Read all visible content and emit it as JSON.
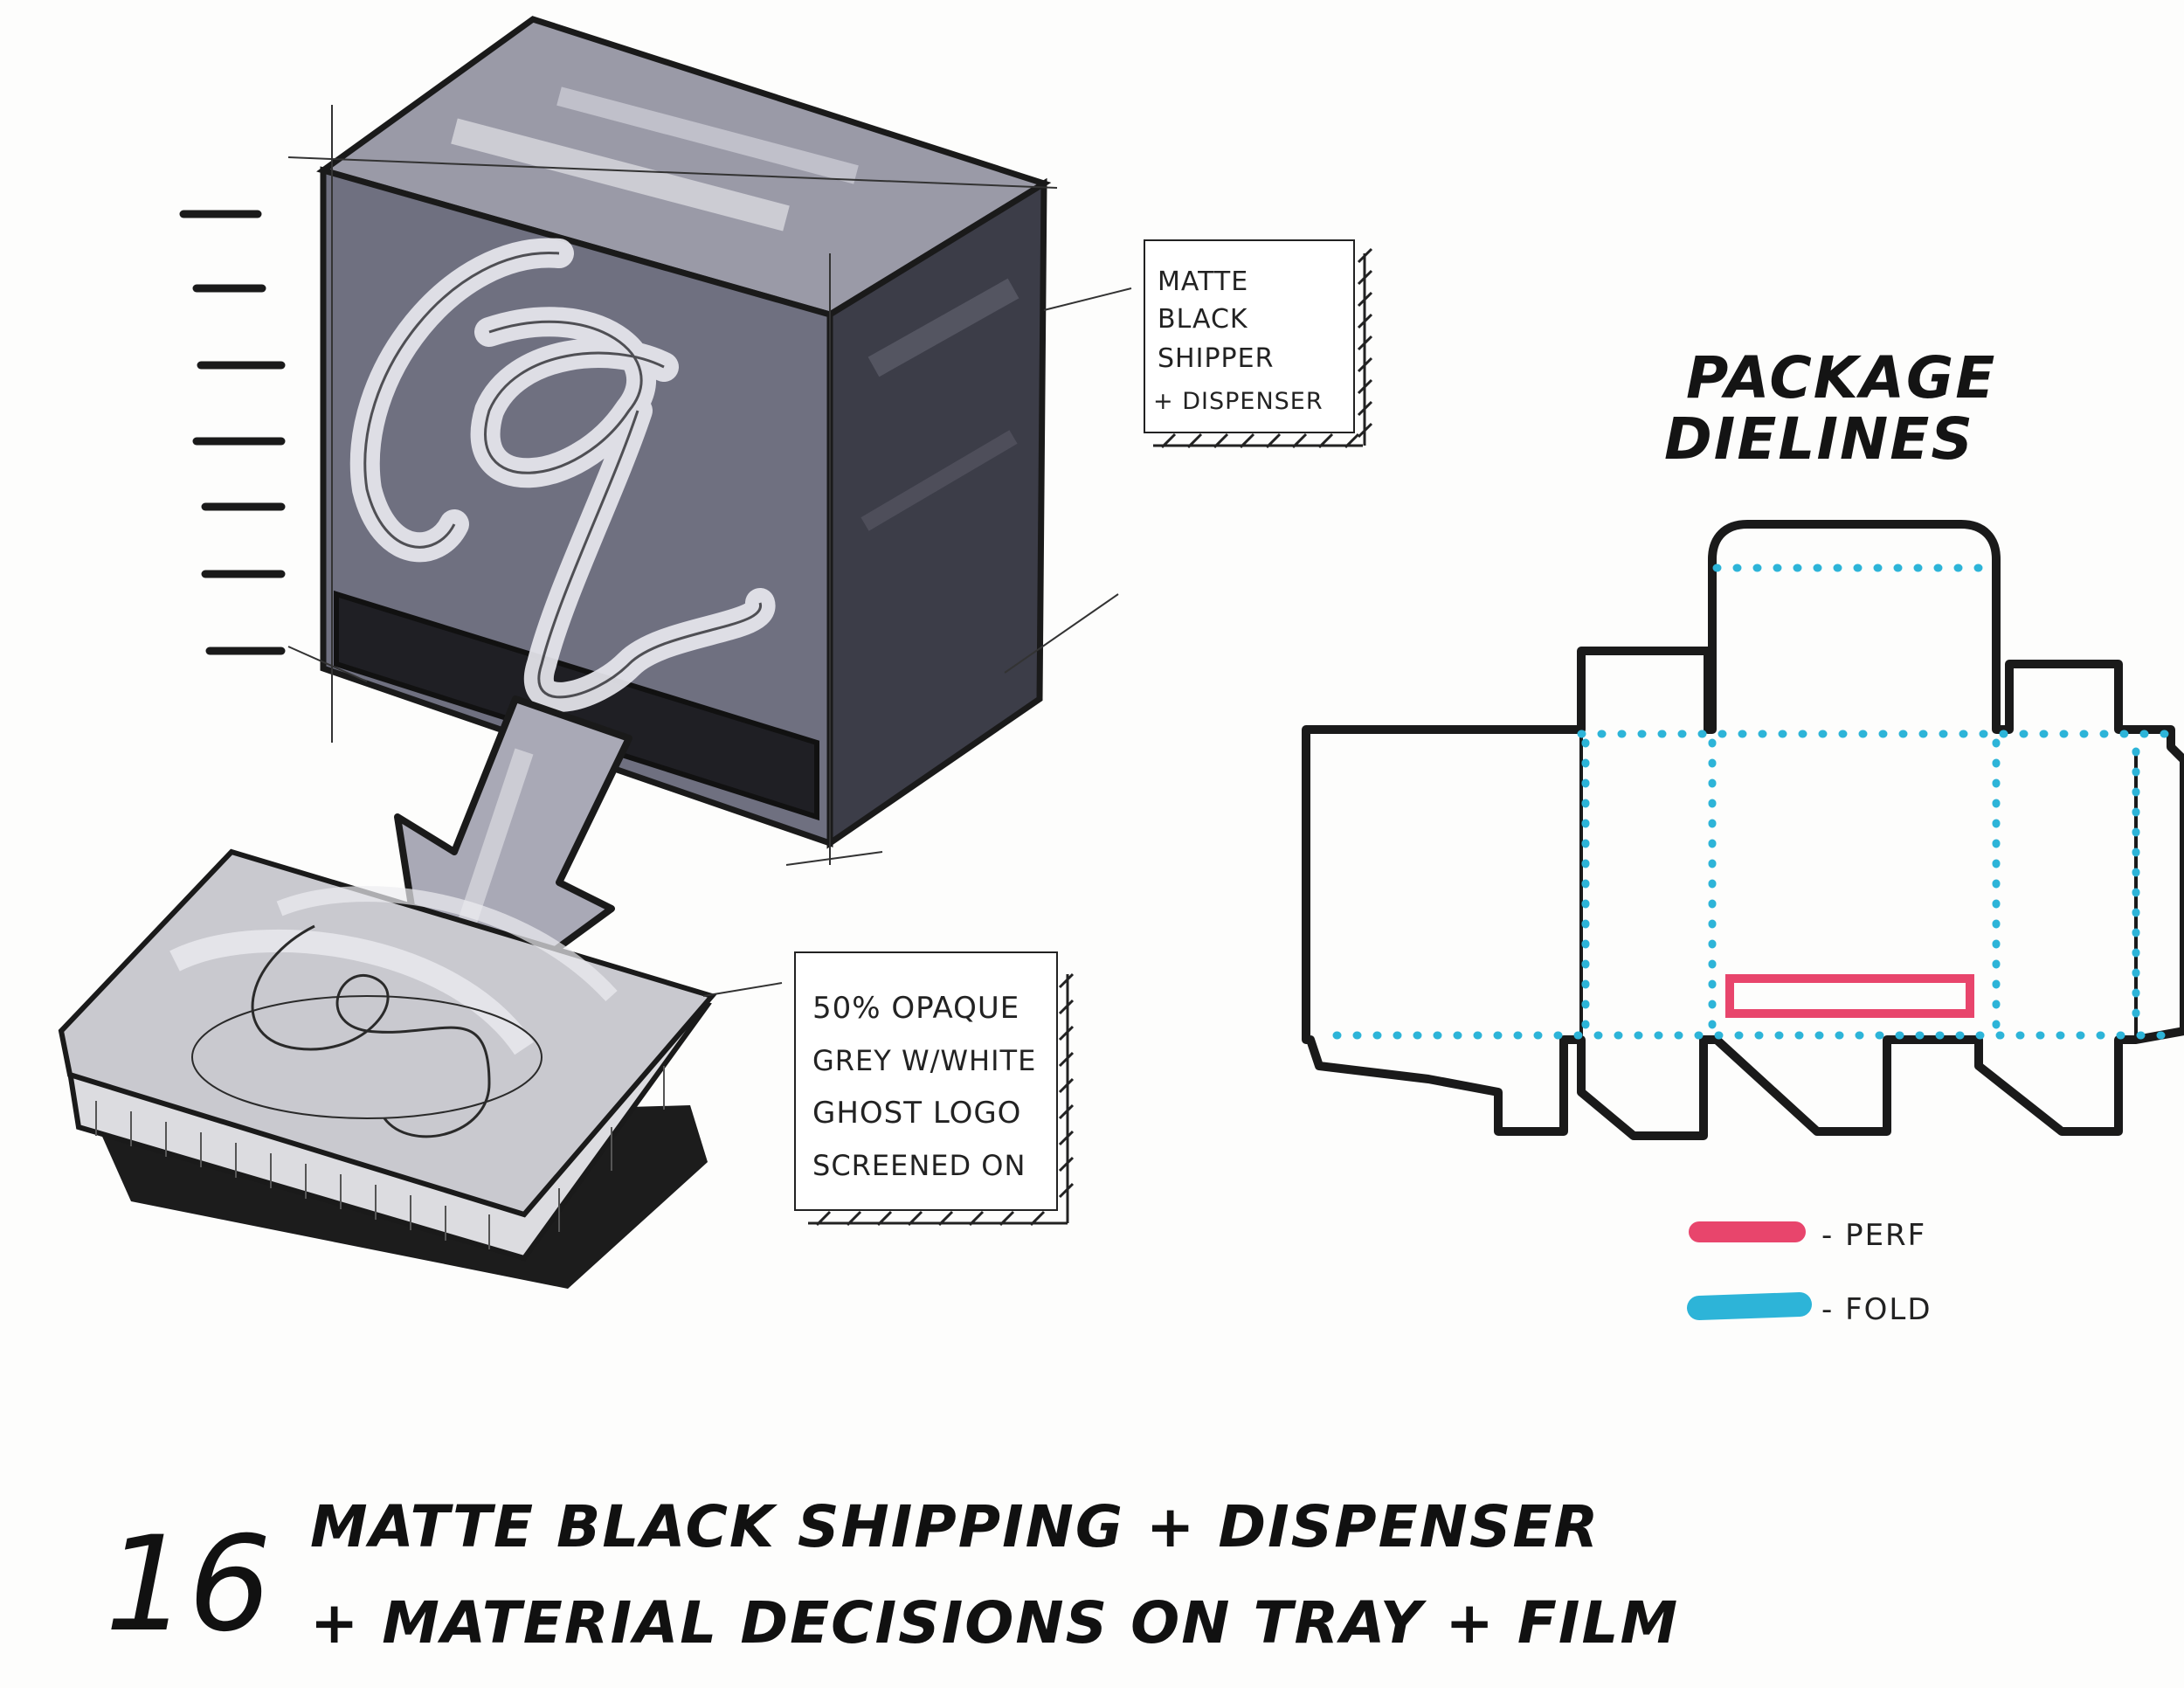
{
  "colors": {
    "ink": "#1a1a1a",
    "box_grey": "#6f7080",
    "box_dark": "#3c3d48",
    "perf": "#e8456c",
    "fold": "#2db4d8",
    "tray_grey": "#c9c9cf"
  },
  "box_callout": {
    "lines": [
      "MATTE",
      "BLACK",
      "SHIPPER",
      "+ DISPENSER"
    ]
  },
  "tray_callout": {
    "lines": [
      "50% OPAQUE",
      "GREY W/WHITE",
      "GHOST LOGO",
      "SCREENED ON"
    ]
  },
  "dieline": {
    "title_lines": [
      "PACKAGE",
      "DIELINES"
    ]
  },
  "legend": {
    "items": [
      {
        "label": "- PERF",
        "color": "#e8456c"
      },
      {
        "label": "- FOLD",
        "color": "#2db4d8"
      }
    ]
  },
  "caption": {
    "number": "16",
    "lines": [
      "MATTE BLACK SHIPPING + DISPENSER",
      "+ MATERIAL DECISIONS ON TRAY + FILM"
    ]
  }
}
